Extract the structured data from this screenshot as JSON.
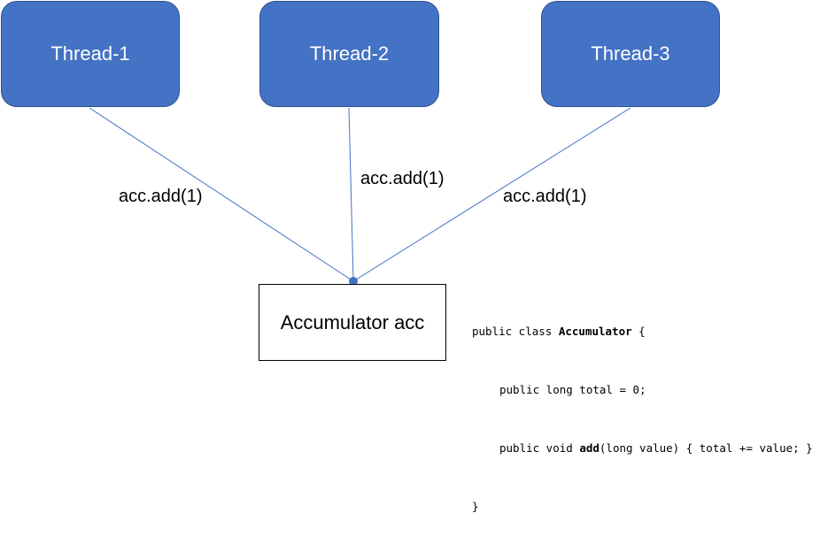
{
  "threads": [
    {
      "label": "Thread-1"
    },
    {
      "label": "Thread-2"
    },
    {
      "label": "Thread-3"
    }
  ],
  "calls": [
    {
      "label": "acc.add(1)"
    },
    {
      "label": "acc.add(1)"
    },
    {
      "label": "acc.add(1)"
    }
  ],
  "accumulator": {
    "label": "Accumulator acc"
  },
  "code": {
    "line1_pre": "public class ",
    "line1_bold": "Accumulator",
    "line1_post": " {",
    "line2": "public long total = 0;",
    "line3_pre": "public void ",
    "line3_bold": "add",
    "line3_post": "(long value) { total += value; }",
    "line4": "}"
  },
  "colors": {
    "thread_fill": "#4472c4",
    "thread_border": "#2f528f",
    "wire": "#4472c4",
    "text": "#000000"
  }
}
